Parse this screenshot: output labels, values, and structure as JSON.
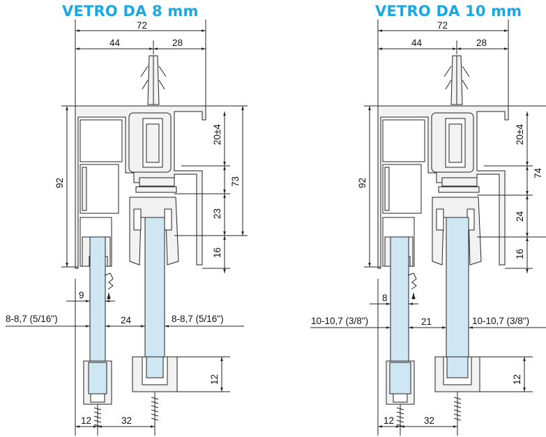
{
  "colors": {
    "accent": "#1ba8e0",
    "glass": "#cfe6f3",
    "line": "#222222",
    "fill": "#f2f2f2"
  },
  "left": {
    "title": "VETRO DA 8 mm",
    "dims": {
      "total_width": "72",
      "left_width": "44",
      "right_width": "28",
      "height": "92",
      "h_upper": "20±4",
      "h_total": "73",
      "h_mid": "23",
      "h_low": "16",
      "offset": "9",
      "glass_left": "8-8,7 (5/16\")",
      "gap": "24",
      "glass_right": "8-8,7 (5/16\")",
      "guide_h": "12",
      "bottom_left": "12",
      "bottom_right": "32"
    }
  },
  "right": {
    "title": "VETRO DA 10 mm",
    "dims": {
      "total_width": "72",
      "left_width": "44",
      "right_width": "28",
      "height": "92",
      "h_upper": "20±4",
      "h_total": "74",
      "h_mid": "24",
      "h_low": "16",
      "offset": "8",
      "glass_left": "10-10,7 (3/8\")",
      "gap": "21",
      "glass_right": "10-10,7 (3/8\")",
      "guide_h": "12",
      "bottom_left": "12",
      "bottom_right": "32"
    }
  }
}
